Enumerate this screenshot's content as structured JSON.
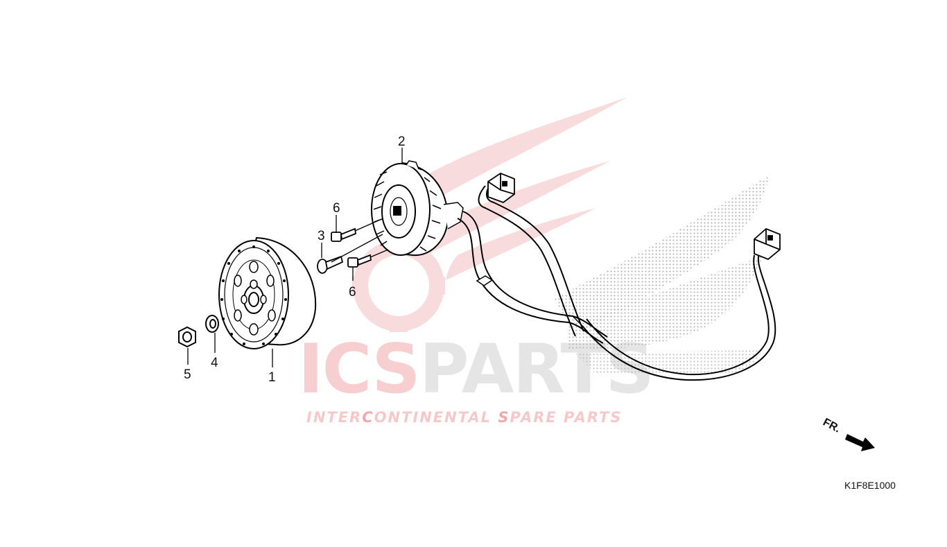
{
  "watermark": {
    "brand_red": "ICS",
    "brand_gray": "PARTS",
    "tagline_parts": [
      "INTER",
      "C",
      "ONTINENTAL ",
      "S",
      "PARE PARTS"
    ],
    "red": "#d9262b",
    "gray": "#b5b5b5"
  },
  "callouts": {
    "flywheel": "1",
    "stator": "2",
    "washer_bolt": "3",
    "washer": "4",
    "nut": "5",
    "bolt_upper": "6",
    "bolt_lower": "6"
  },
  "direction_label": "FR.",
  "diagram_code": "K1F8E1000"
}
